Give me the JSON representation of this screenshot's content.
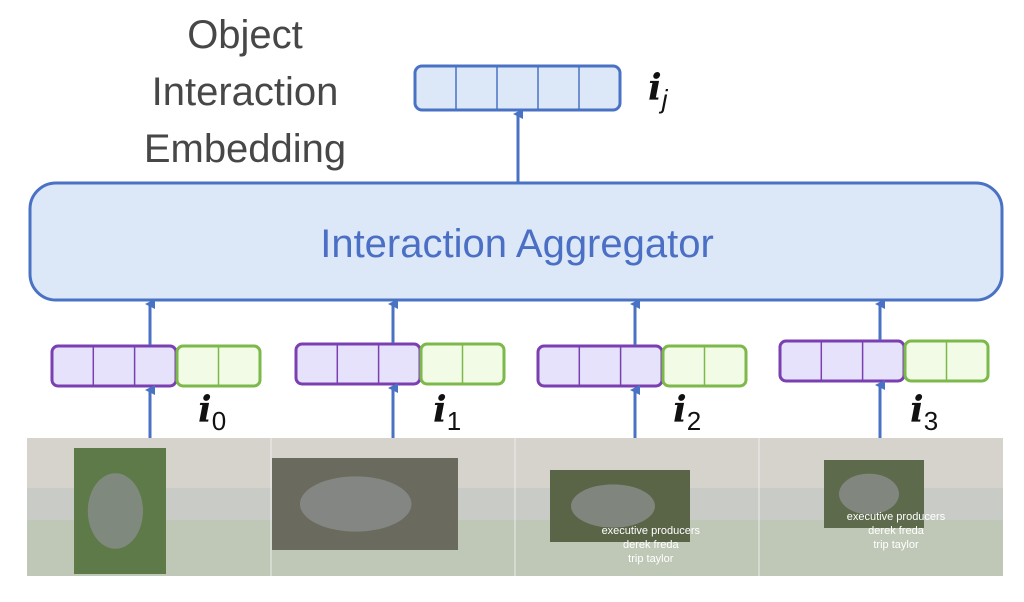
{
  "title_lines": [
    "Object",
    "Interaction",
    "Embedding"
  ],
  "aggregator_label": "Interaction Aggregator",
  "output_symbol": {
    "base": "i",
    "sub": "j"
  },
  "inputs": [
    {
      "base": "i",
      "sub": "0"
    },
    {
      "base": "i",
      "sub": "1"
    },
    {
      "base": "i",
      "sub": "2"
    },
    {
      "base": "i",
      "sub": "3"
    }
  ],
  "frame_captions": [
    [],
    [],
    [
      "executive producers",
      "derek freda",
      "trip taylor"
    ],
    [
      "executive producers",
      "derek freda",
      "trip taylor"
    ]
  ],
  "colors": {
    "blue_stroke": "#4a72c4",
    "blue_fill": "#dce8f8",
    "purple_stroke": "#7a3fb0",
    "purple_fill": "#e6e2fb",
    "green_stroke": "#7cb94a",
    "green_fill": "#f1fbe6"
  }
}
